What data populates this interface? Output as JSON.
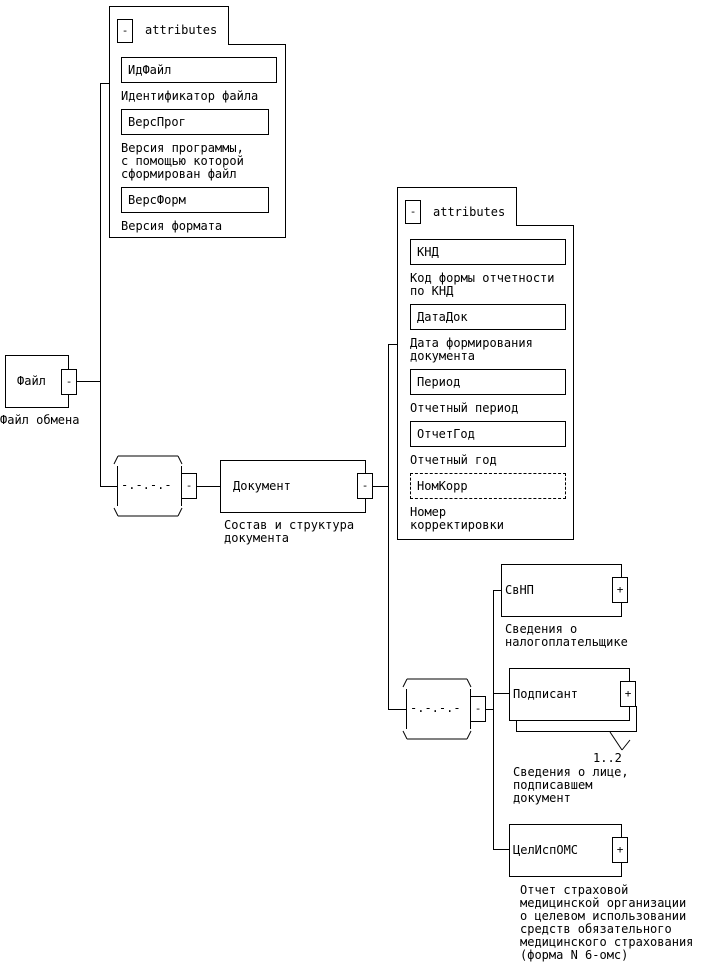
{
  "root": {
    "name": "Файл",
    "description": "Файл обмена",
    "toggle": "-"
  },
  "root_attributes": {
    "header": "attributes",
    "toggle": "-",
    "items": [
      {
        "name": "ИдФайл",
        "description": "Идентификатор файла",
        "optional": false
      },
      {
        "name": "ВерсПрог",
        "description": "Версия программы,\nс помощью которой\nсформирован файл",
        "optional": false
      },
      {
        "name": "ВерсФорм",
        "description": "Версия формата",
        "optional": false
      }
    ]
  },
  "root_sequence": {
    "symbol": "-.-.-.-",
    "toggle": "-"
  },
  "document": {
    "name": "Документ",
    "description": "Состав и структура\nдокумента",
    "toggle": "-"
  },
  "document_attributes": {
    "header": "attributes",
    "toggle": "-",
    "items": [
      {
        "name": "КНД",
        "description": "Код формы отчетности\nпо КНД",
        "optional": false
      },
      {
        "name": "ДатаДок",
        "description": "Дата формирования\nдокумента",
        "optional": false
      },
      {
        "name": "Период",
        "description": "Отчетный период",
        "optional": false
      },
      {
        "name": "ОтчетГод",
        "description": "Отчетный год",
        "optional": false
      },
      {
        "name": "НомКорр",
        "description": "Номер\nкорректировки",
        "optional": true
      }
    ]
  },
  "document_sequence": {
    "symbol": "-.-.-.-",
    "toggle": "-"
  },
  "children": [
    {
      "name": "СвНП",
      "description": "Сведения о\nналогоплательщике",
      "toggle": "+",
      "multiplicity": ""
    },
    {
      "name": "Подписант",
      "description": "Сведения о лице,\nподписавшем\nдокумент",
      "toggle": "+",
      "multiplicity": "1..2"
    },
    {
      "name": "ЦелИспОМС",
      "description": "Отчет страховой\nмедицинской организации\nо целевом использовании\nсредств обязательного\nмедицинского страхования\n(форма N 6-омс)",
      "toggle": "+",
      "multiplicity": ""
    }
  ]
}
